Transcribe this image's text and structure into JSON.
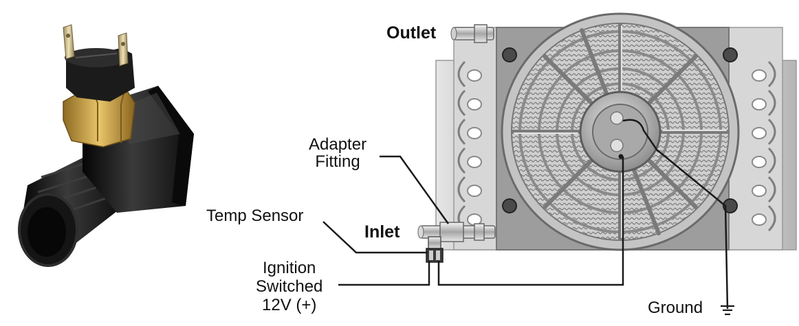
{
  "labels": {
    "outlet": "Outlet",
    "inlet": "Inlet",
    "adapter_line1": "Adapter",
    "adapter_line2": "Fitting",
    "temp_sensor": "Temp Sensor",
    "ignition_line1": "Ignition",
    "ignition_line2": "Switched",
    "ignition_line3": "12V (+)",
    "ground": "Ground"
  },
  "colors": {
    "wire": "#1a1a1a",
    "sensor_body": "#1c1c1c",
    "brass": "#c9a24a",
    "fan_metal": "#b9b9b9",
    "cooler_plate": "#cfcfcf"
  },
  "icons": {
    "ground": "ground-symbol-icon"
  }
}
